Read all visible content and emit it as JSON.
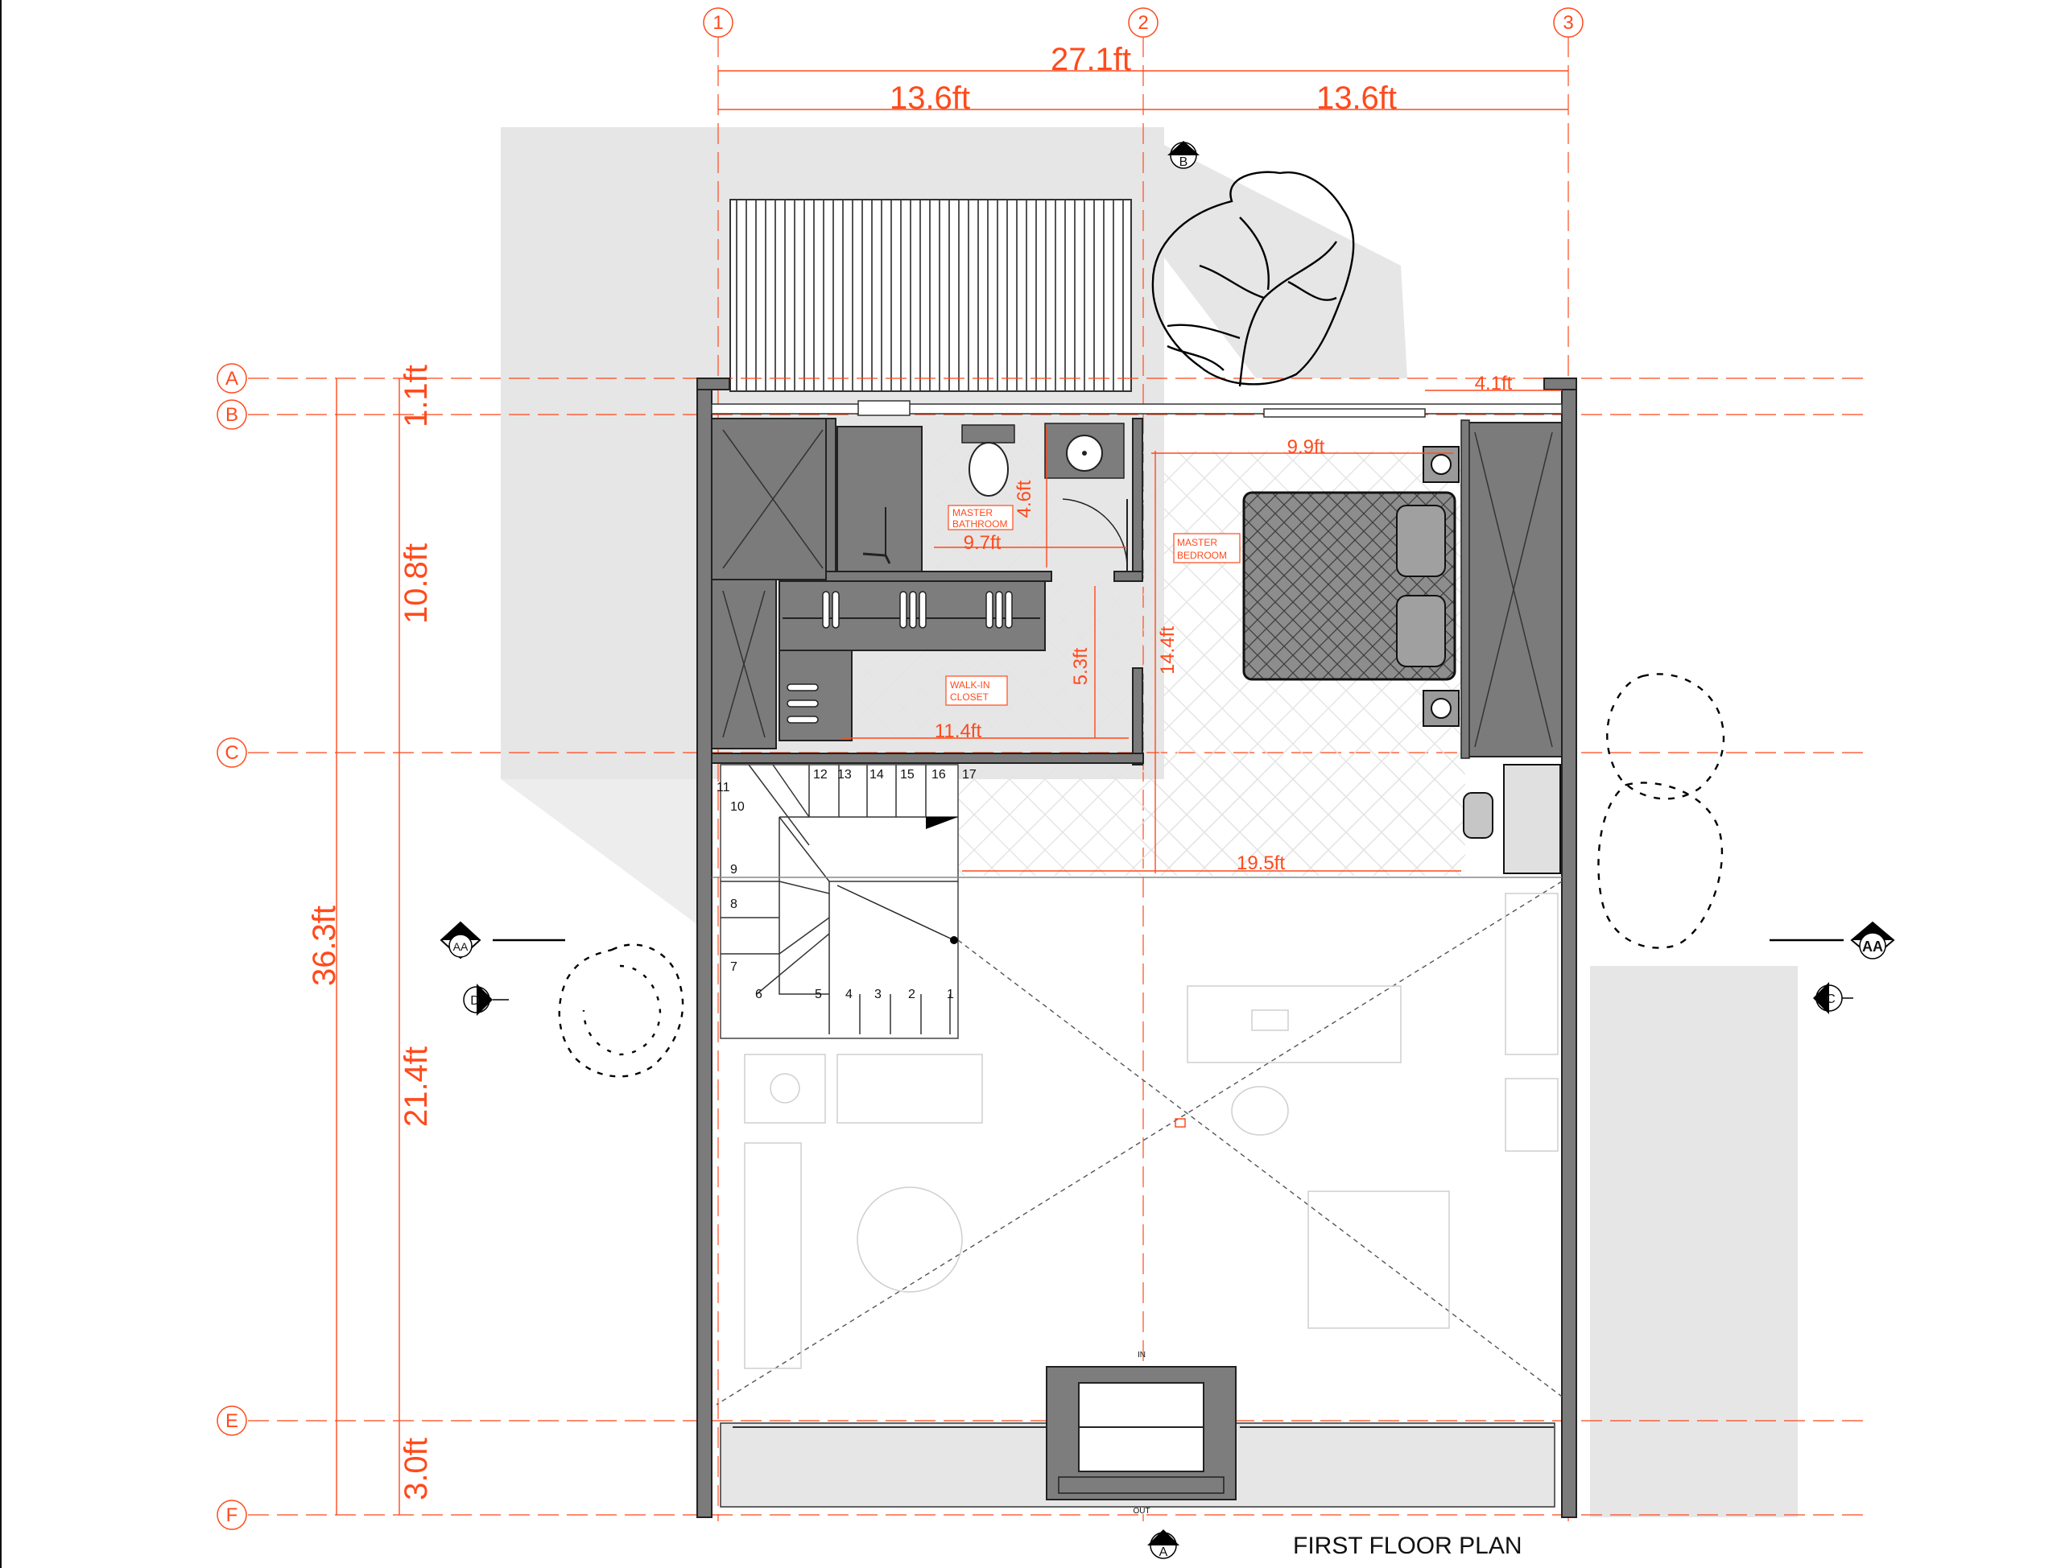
{
  "title": "FIRST FLOOR PLAN",
  "grid_columns": [
    "1",
    "2",
    "3"
  ],
  "grid_rows": [
    "A",
    "B",
    "C",
    "E",
    "F"
  ],
  "dimensions": {
    "overall_width": "27.1ft",
    "left_bay": "13.6ft",
    "right_bay": "13.6ft",
    "overall_depth": "36.3ft",
    "row_ab": "1.1ft",
    "row_bc": "10.8ft",
    "row_ce": "21.4ft",
    "row_ef": "3.0ft",
    "balcony_width": "4.1ft",
    "bedroom_width": "9.9ft",
    "bathroom_depth": "4.6ft",
    "bathroom_width": "9.7ft",
    "closet_depth": "5.3ft",
    "bedroom_depth": "14.4ft",
    "closet_width": "11.4ft",
    "landing_width": "19.5ft"
  },
  "rooms": {
    "bathroom_line1": "MASTER",
    "bathroom_line2": "BATHROOM",
    "bedroom_line1": "MASTER",
    "bedroom_line2": "BEDROOM",
    "closet_line1": "WALK-IN",
    "closet_line2": "CLOSET"
  },
  "stair_numbers": [
    "1",
    "2",
    "3",
    "4",
    "5",
    "6",
    "7",
    "8",
    "9",
    "10",
    "11",
    "12",
    "13",
    "14",
    "15",
    "16",
    "17"
  ],
  "section_markers": {
    "aa_left": "AA",
    "aa_right": "AA",
    "b_top": "B",
    "d_left": "D",
    "c_right": "C",
    "a_bottom": "A"
  },
  "entry": {
    "in": "IN",
    "out": "OUT"
  }
}
